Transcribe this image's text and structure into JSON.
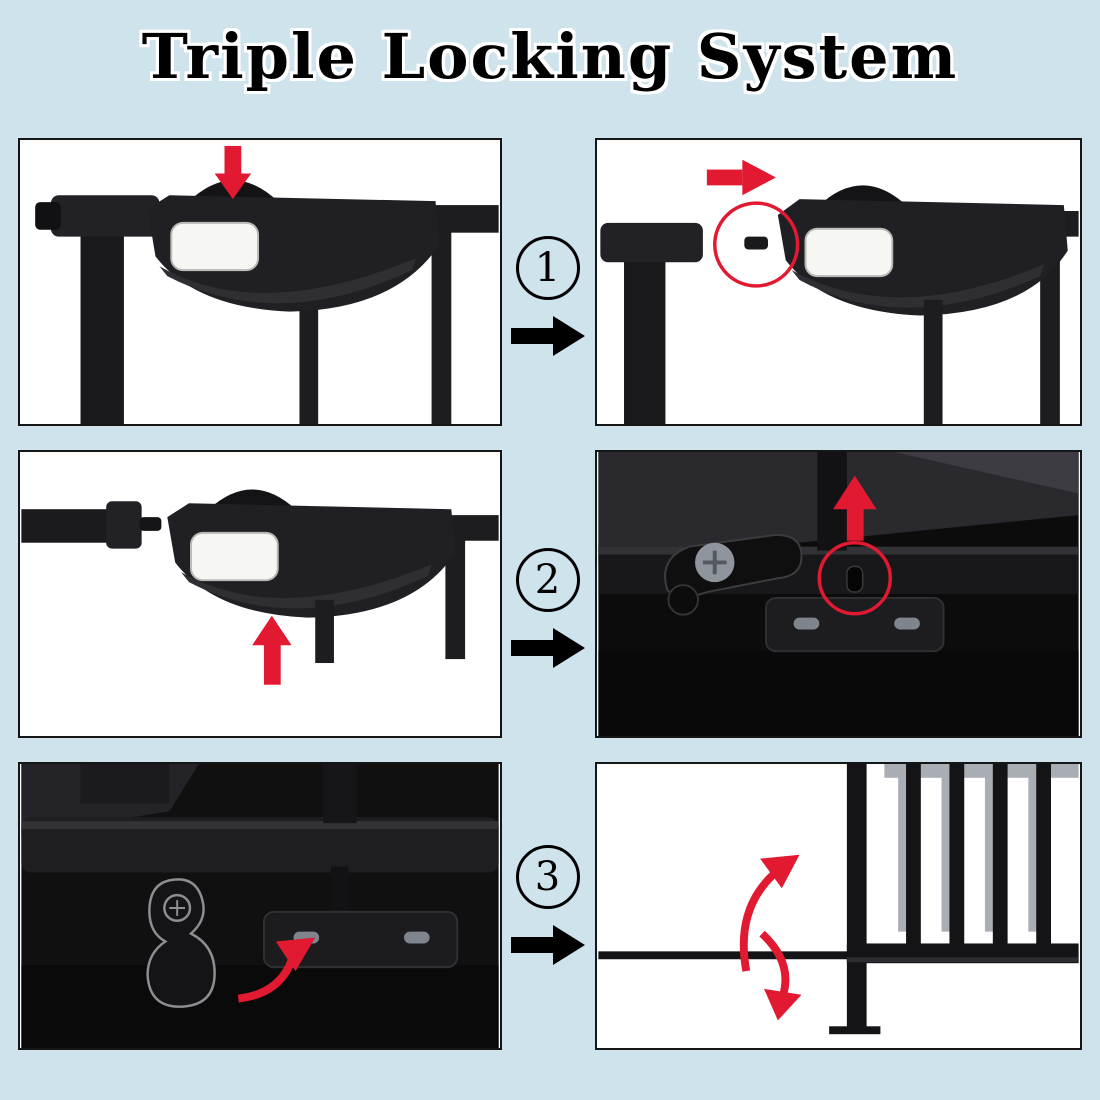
{
  "title": "Triple Locking System",
  "colors": {
    "background": "#cfe3ec",
    "panel_background": "#ffffff",
    "panel_border": "#161616",
    "hardware_dark": "#1c1c1e",
    "arrow_red": "#e11931",
    "arrow_black": "#000000",
    "far_gate_gray": "#a9aeb4"
  },
  "steps": [
    {
      "number": "1",
      "left_illustration": "press-lock-button-down",
      "right_illustration": "slide-lock-handle-right-pin-release"
    },
    {
      "number": "2",
      "left_illustration": "lift-lock-handle-up",
      "right_illustration": "bottom-latch-peg-lifts-free"
    },
    {
      "number": "3",
      "left_illustration": "rotate-bottom-release-lever",
      "right_illustration": "gate-swings-open-both-ways"
    }
  ]
}
